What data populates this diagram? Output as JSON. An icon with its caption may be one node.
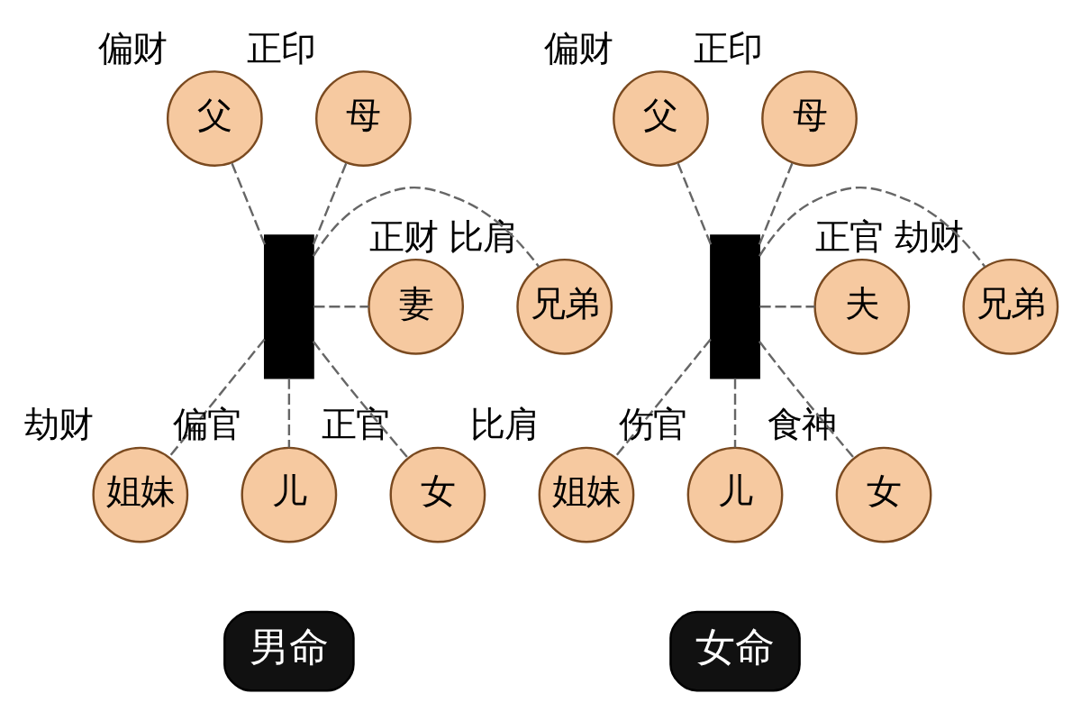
{
  "diagram": {
    "nodes": [
      {
        "text": [],
        "shape": "person"
      },
      {
        "text": [
          "父"
        ],
        "beside": [
          "偏财"
        ]
      },
      {
        "text": [
          "母"
        ],
        "beside": [
          "正印"
        ]
      },
      {
        "text": [
          "兄弟"
        ],
        "beside": [
          "比肩"
        ]
      },
      {
        "text": [
          "妻"
        ],
        "beside": [
          "正财"
        ]
      },
      {
        "text": [
          "姐妹"
        ],
        "beside": [
          "劫财"
        ]
      },
      {
        "text": [
          "儿"
        ],
        "beside": [
          "偏官"
        ]
      },
      {
        "text": [
          "女"
        ],
        "beside": [
          "正官"
        ]
      },
      {
        "text": [
          "男命"
        ]
      },
      {
        "text": [],
        "shape": "person"
      },
      {
        "text": [
          "父"
        ],
        "beside": [
          "偏财"
        ]
      },
      {
        "text": [
          "母"
        ],
        "beside": [
          "正印"
        ]
      },
      {
        "text": [
          "兄弟"
        ],
        "beside": [
          "劫财"
        ]
      },
      {
        "text": [
          "夫"
        ],
        "beside": [
          "正官"
        ]
      },
      {
        "text": [
          "姐妹"
        ],
        "beside": [
          "比肩"
        ]
      },
      {
        "text": [
          "儿"
        ],
        "beside": [
          "伤官"
        ]
      },
      {
        "text": [
          "女"
        ],
        "beside": [
          "食神"
        ]
      },
      {
        "text": [
          "女命"
        ]
      }
    ],
    "edges": [
      {
        "from": 0,
        "to": 1,
        "arrow": "none",
        "style": "dashed"
      },
      {
        "from": 0,
        "to": 2,
        "arrow": "none",
        "style": "dashed"
      },
      {
        "from": 0,
        "to": 3,
        "arrow": "none",
        "style": "dashed"
      },
      {
        "from": 0,
        "to": 4,
        "arrow": "none",
        "style": "dashed"
      },
      {
        "from": 0,
        "to": 5,
        "arrow": "none",
        "style": "dashed"
      },
      {
        "from": 0,
        "to": 6,
        "arrow": "none",
        "style": "dashed"
      },
      {
        "from": 0,
        "to": 7,
        "arrow": "none",
        "style": "dashed"
      },
      {
        "from": 9,
        "to": 10,
        "arrow": "none",
        "style": "dashed"
      },
      {
        "from": 9,
        "to": 11,
        "arrow": "none",
        "style": "dashed"
      },
      {
        "from": 9,
        "to": 12,
        "arrow": "none",
        "style": "dashed"
      },
      {
        "from": 9,
        "to": 13,
        "arrow": "none",
        "style": "dashed"
      },
      {
        "from": 9,
        "to": 14,
        "arrow": "none",
        "style": "dashed"
      },
      {
        "from": 9,
        "to": 15,
        "arrow": "none",
        "style": "dashed"
      },
      {
        "from": 9,
        "to": 16,
        "arrow": "none",
        "style": "dashed"
      }
    ]
  }
}
